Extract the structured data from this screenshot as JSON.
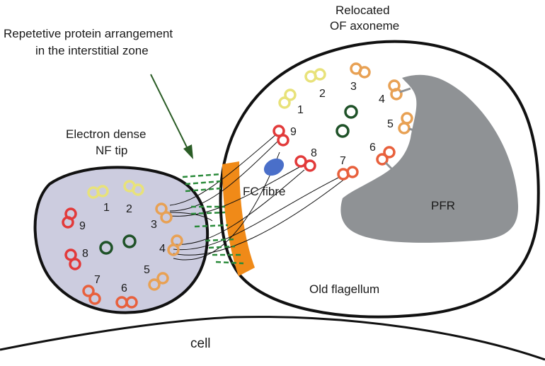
{
  "labels": {
    "interstitial_line1": "Repetetive protein arrangement",
    "interstitial_line2": "in the interstitial zone",
    "relocated_line1": "Relocated",
    "relocated_line2": "OF axoneme",
    "nf_line1": "Electron dense",
    "nf_line2": "NF tip",
    "fc_fibre": "FC fibre",
    "pfr": "PFR",
    "old_flagellum": "Old flagellum",
    "cell": "cell"
  },
  "nf_doublets": [
    "1",
    "2",
    "3",
    "4",
    "5",
    "6",
    "7",
    "8",
    "9"
  ],
  "of_doublets": [
    "1",
    "2",
    "3",
    "4",
    "5",
    "6",
    "7",
    "8",
    "9"
  ],
  "colors": {
    "nf_fill": "#ccccdf",
    "outline": "#111111",
    "doublet_1_2": "#e8e27a",
    "doublet_3_5": "#e8a154",
    "doublet_6_7": "#e8603c",
    "doublet_8_9": "#e23a3a",
    "central_pair": "#1f5228",
    "fc_zone": "#f08a18",
    "fc_fibre": "#4a6fc9",
    "pfr": "#8f9295",
    "arrow": "#2a5c25",
    "repeats": "#2a8a3a"
  }
}
